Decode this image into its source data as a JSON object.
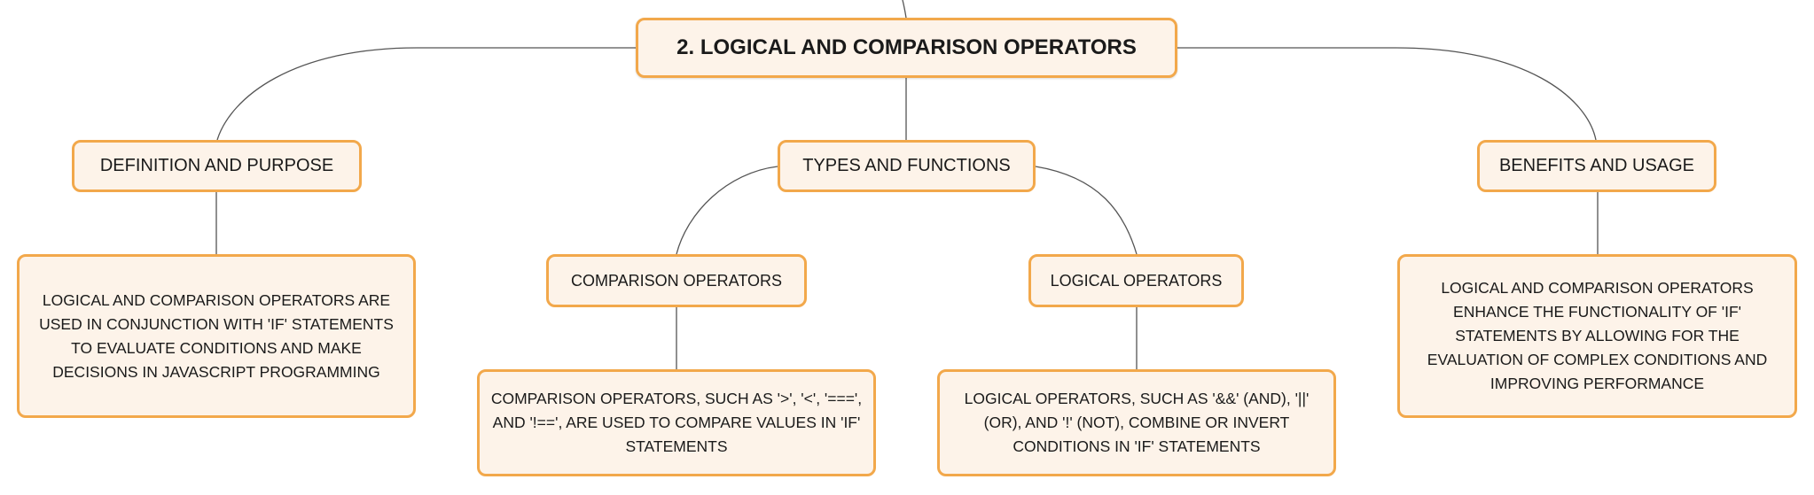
{
  "root": {
    "label": "2. LOGICAL AND COMPARISON OPERATORS"
  },
  "branches": [
    {
      "label": "DEFINITION AND PURPOSE",
      "detail": "LOGICAL AND COMPARISON OPERATORS ARE USED IN CONJUNCTION WITH 'IF' STATEMENTS TO EVALUATE CONDITIONS AND MAKE DECISIONS IN JAVASCRIPT PROGRAMMING"
    },
    {
      "label": "TYPES AND FUNCTIONS",
      "children": [
        {
          "label": "COMPARISON OPERATORS",
          "detail": "COMPARISON OPERATORS, SUCH AS '>', '<', '===', AND '!==', ARE USED TO COMPARE VALUES IN 'IF' STATEMENTS"
        },
        {
          "label": "LOGICAL OPERATORS",
          "detail": "LOGICAL OPERATORS, SUCH AS '&&' (AND), '||' (OR), AND '!' (NOT), COMBINE OR INVERT CONDITIONS IN 'IF' STATEMENTS"
        }
      ]
    },
    {
      "label": "BENEFITS AND USAGE",
      "detail": "LOGICAL AND COMPARISON OPERATORS ENHANCE THE FUNCTIONALITY OF 'IF' STATEMENTS BY ALLOWING FOR THE EVALUATION OF COMPLEX CONDITIONS AND IMPROVING PERFORMANCE"
    }
  ],
  "colors": {
    "node_fill": "#fdf3e9",
    "node_border": "#f2a84b",
    "connector": "#555555"
  }
}
